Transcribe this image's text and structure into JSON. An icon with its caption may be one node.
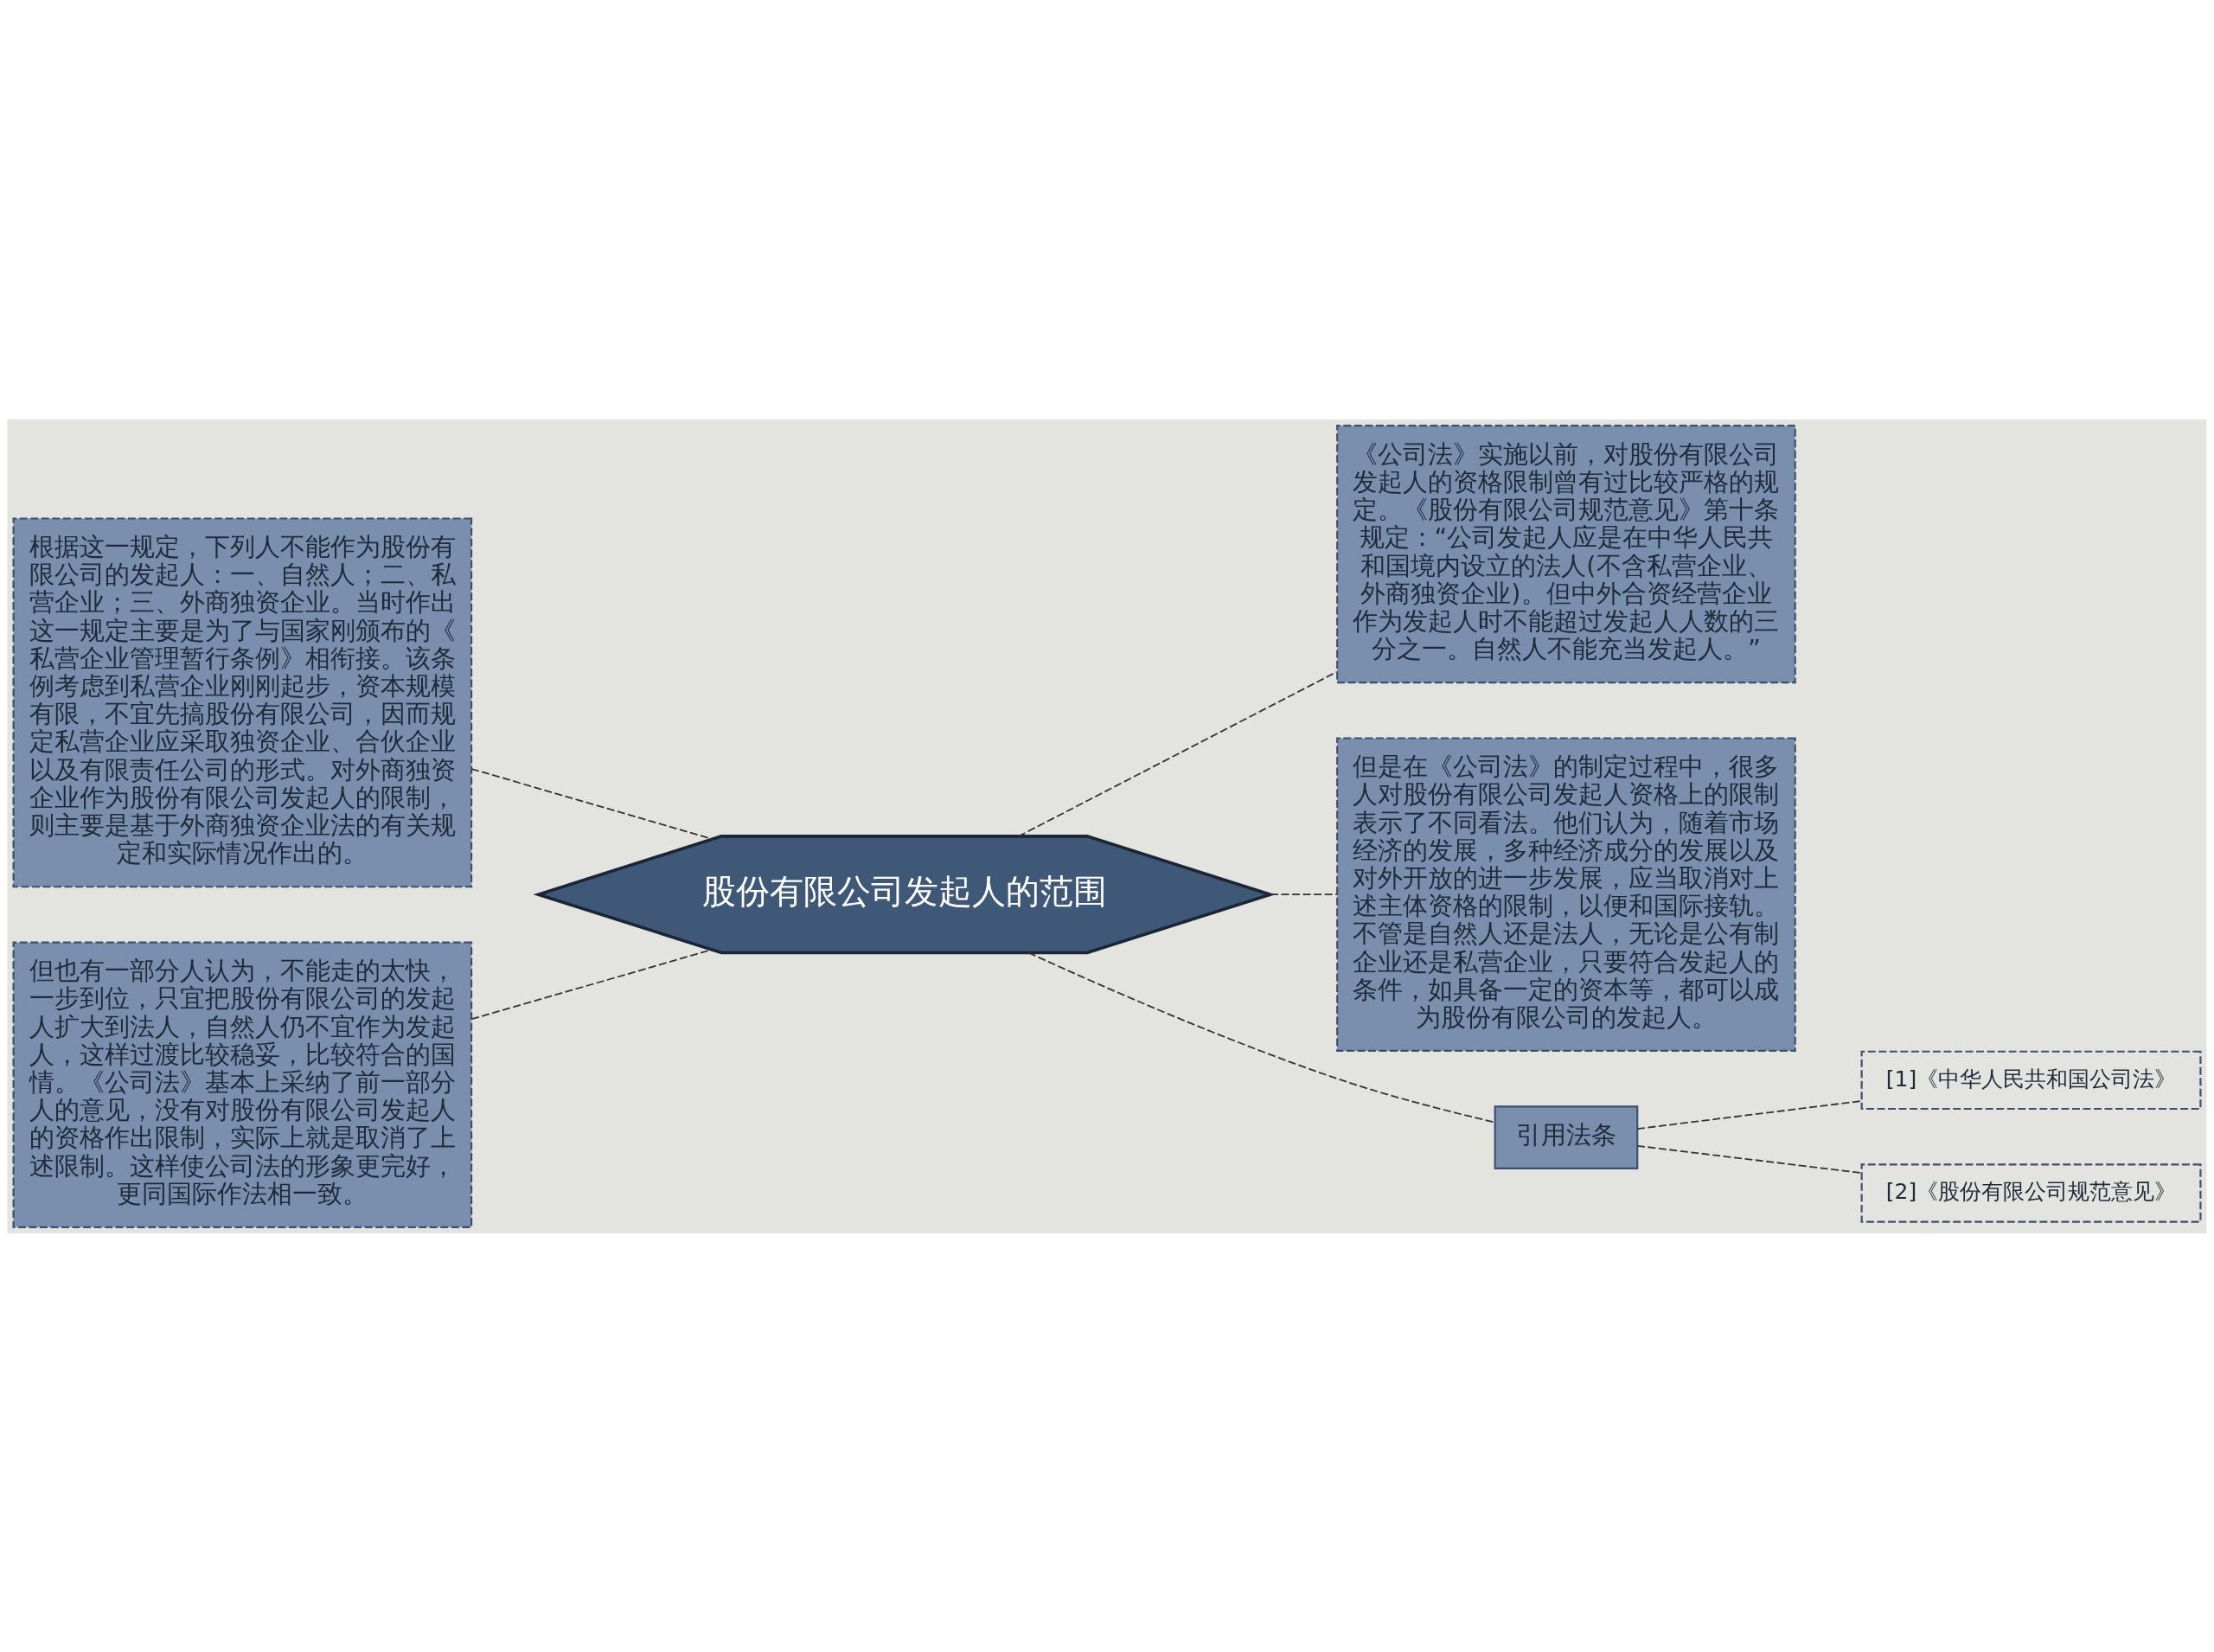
{
  "diagram": {
    "nodes": [
      {
        "text": [
          "股份有限公司发起人的范围"
        ]
      },
      {
        "text": [
          "根据这一规定，下列人不能作为股份有限公司的发起人：一、自然人；二、私营企业；三、外商独资企业。当时作出这一规定主要是为了与国家刚颁布的《私营企业管理暂行条例》相衔接。该条例考虑到私营企业刚刚起步，资本规模有限，不宜先搞股份有限公司，因而规定私营企业应采取独资企业、合伙企业以及有限责任公司的形式。对外商独资企业作为股份有限公司发起人的限制，则主要是基于外商独资企业法的有关规定和实际情况作出的。"
        ]
      },
      {
        "text": [
          "但也有一部分人认为，不能走的太快，一步到位，只宜把股份有限公司的发起人扩大到法人，自然人仍不宜作为发起人，这样过渡比较稳妥，比较符合的国情。《公司法》基本上采纳了前一部分人的意见，没有对股份有限公司发起人的资格作出限制，实际上就是取消了上述限制。这样使公司法的形象更完好，更同国际作法相一致。"
        ]
      },
      {
        "text": [
          "《公司法》实施以前，对股份有限公司发起人的资格限制曾有过比较严格的规定。《股份有限公司规范意见》第十条规定：“公司发起人应是在中华人民共和国境内设立的法人(不含私营企业、外商独资企业)。但中外合资经营企业作为发起人时不能超过发起人人数的三分之一。自然人不能充当发起人。”"
        ]
      },
      {
        "text": [
          "但是在《公司法》的制定过程中，很多人对股份有限公司发起人资格上的限制表示了不同看法。他们认为，随着市场经济的发展，多种经济成分的发展以及对外开放的进一步发展，应当取消对上述主体资格的限制，以便和国际接轨。不管是自然人还是法人，无论是公有制企业还是私营企业，只要符合发起人的条件，如具备一定的资本等，都可以成为股份有限公司的发起人。"
        ]
      },
      {
        "text": [
          "引用法条"
        ]
      },
      {
        "text": [
          "[1]《中华人民共和国公司法》"
        ]
      },
      {
        "text": [
          "[2]《股份有限公司规范意见》"
        ]
      }
    ],
    "edges": [
      {
        "from": 0,
        "to": 1,
        "arrow": "none",
        "style": "dashed"
      },
      {
        "from": 0,
        "to": 2,
        "arrow": "none",
        "style": "dashed"
      },
      {
        "from": 0,
        "to": 3,
        "arrow": "none",
        "style": "dashed"
      },
      {
        "from": 0,
        "to": 4,
        "arrow": "none",
        "style": "dashed"
      },
      {
        "from": 0,
        "to": 5,
        "arrow": "none",
        "style": "dashed"
      },
      {
        "from": 5,
        "to": 6,
        "arrow": "none",
        "style": "dashed"
      },
      {
        "from": 5,
        "to": 7,
        "arrow": "none",
        "style": "dashed"
      }
    ]
  }
}
